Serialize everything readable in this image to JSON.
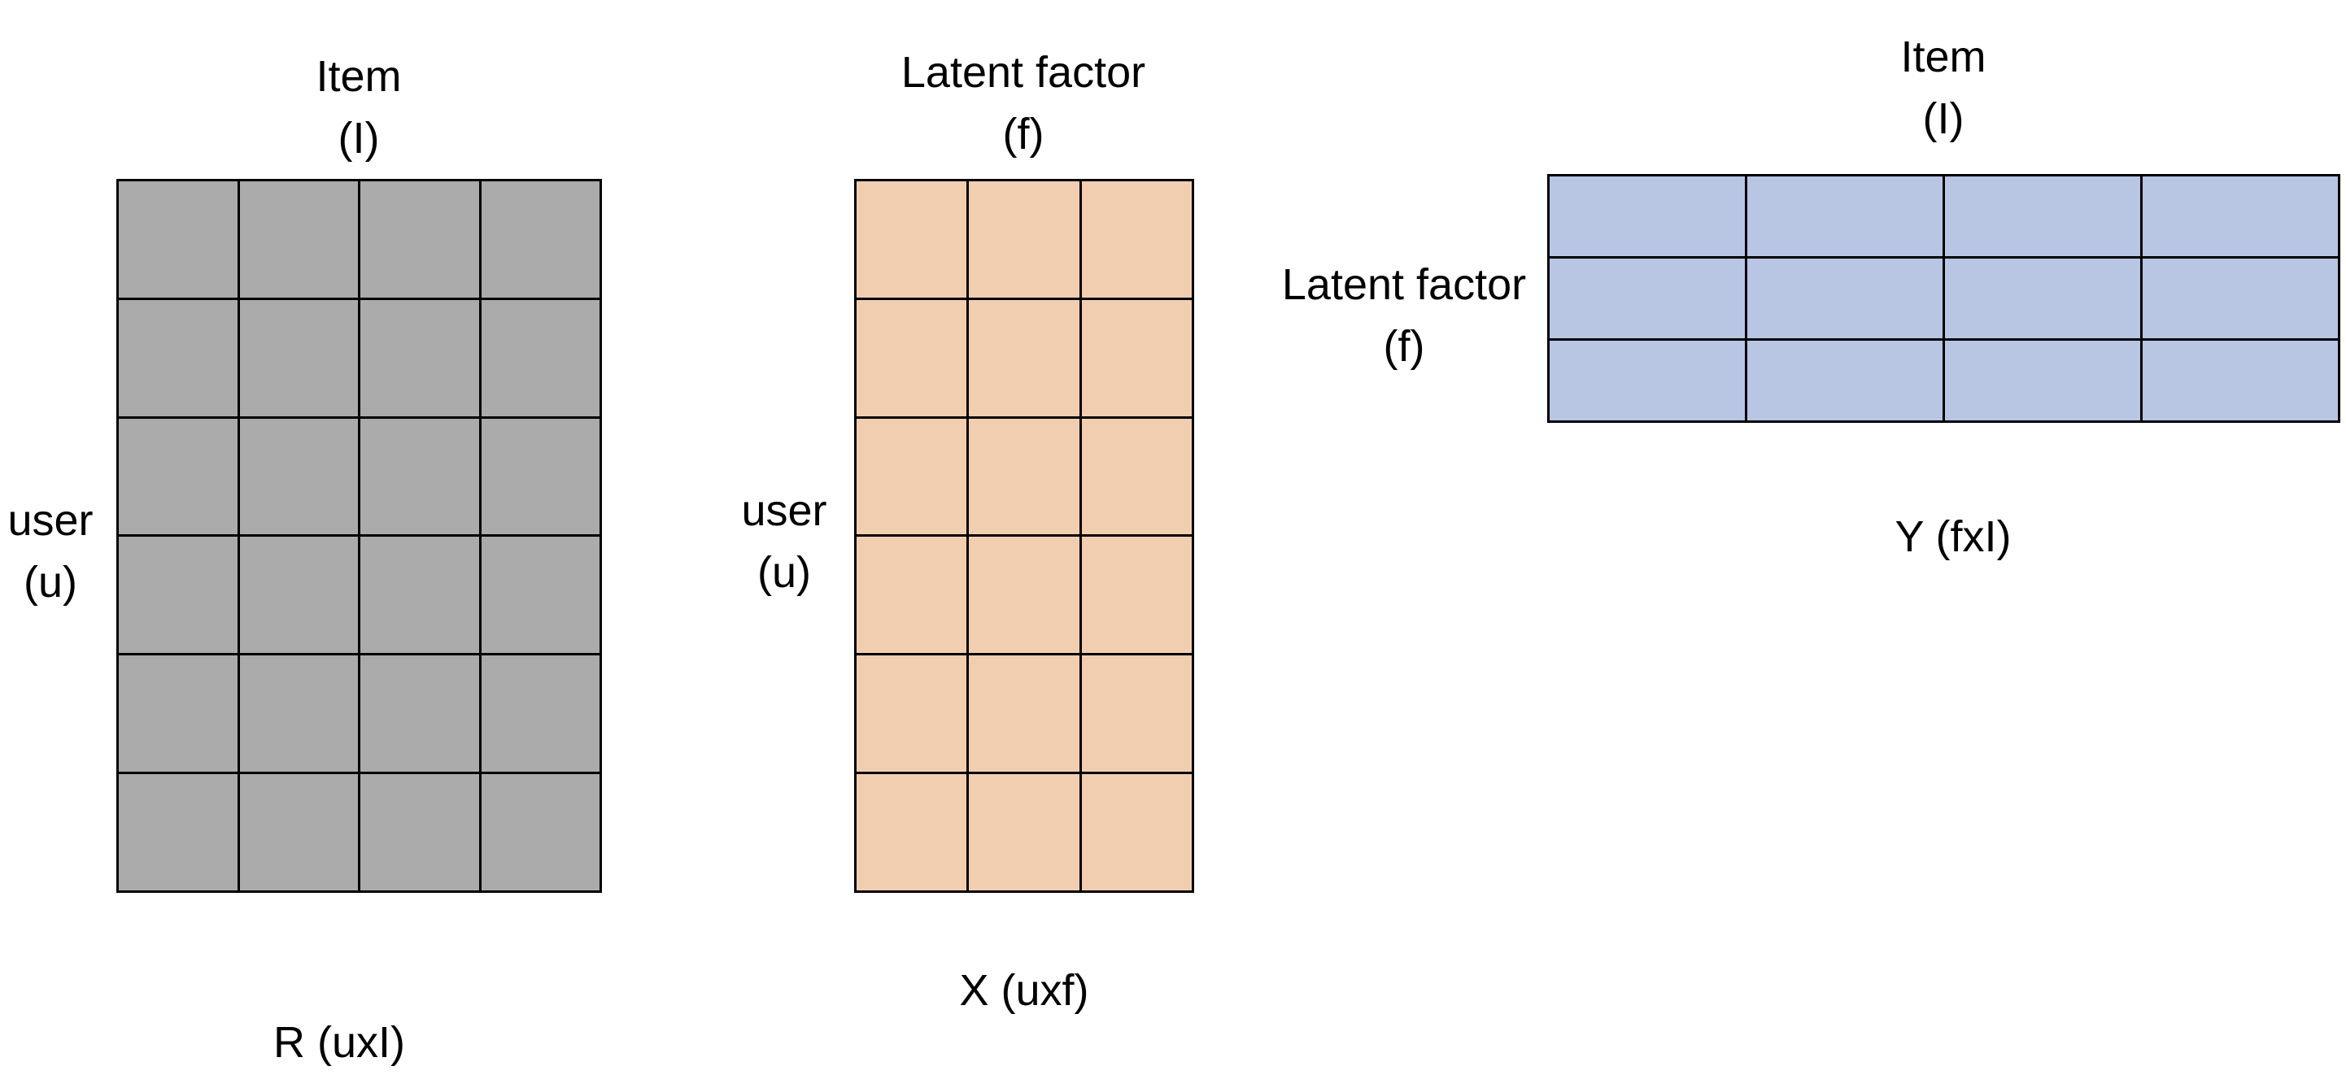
{
  "colors": {
    "r_fill": "#ababab",
    "x_fill": "#f2ceb1",
    "y_fill": "#b8c6e4",
    "border": "#000000"
  },
  "matrices": {
    "r": {
      "rows": 6,
      "cols": 4,
      "top_label": [
        "Item",
        "(I)"
      ],
      "side_label": [
        "user",
        "(u)"
      ],
      "caption": "R (uxI)"
    },
    "x": {
      "rows": 6,
      "cols": 3,
      "top_label": [
        "Latent factor",
        "(f)"
      ],
      "side_label": [
        "user",
        "(u)"
      ],
      "caption": "X (uxf)"
    },
    "y": {
      "rows": 3,
      "cols": 4,
      "top_label": [
        "Item",
        "(I)"
      ],
      "side_label": [
        "Latent factor",
        "(f)"
      ],
      "caption": "Y (fxI)"
    }
  }
}
